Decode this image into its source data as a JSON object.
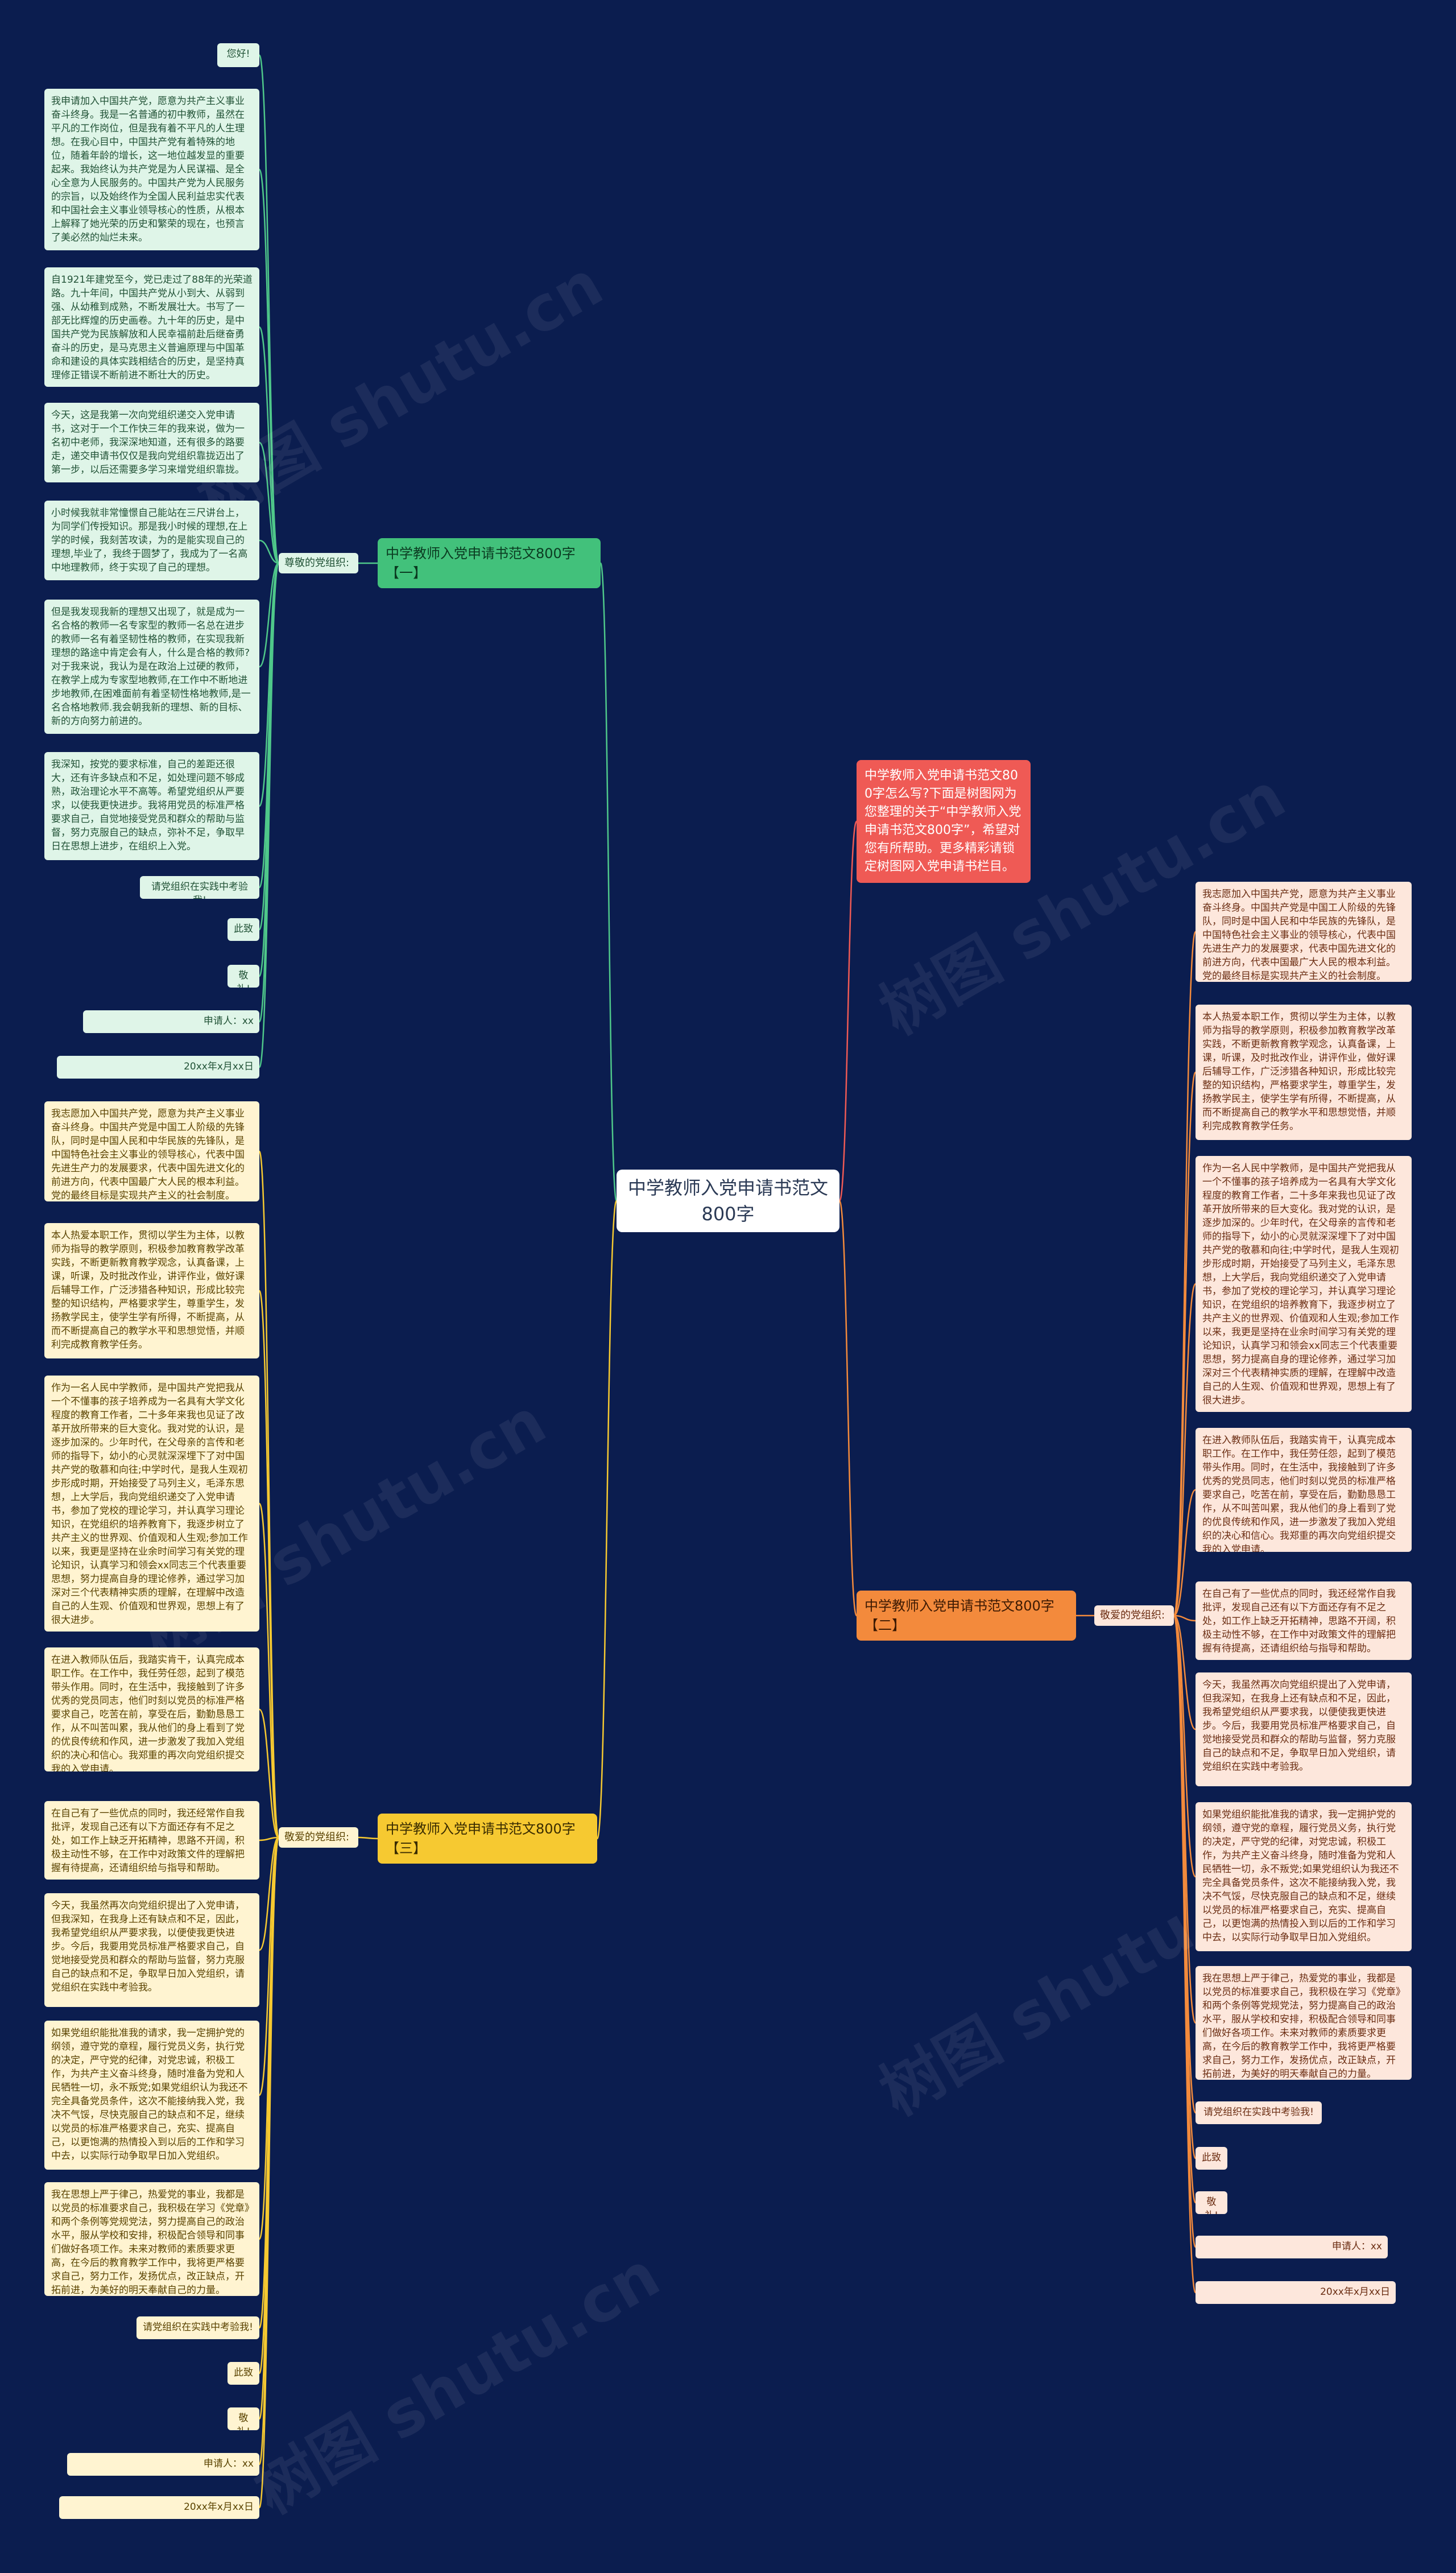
{
  "root": "中学教师入党申请书范文800字",
  "intro": "中学教师入党申请书范文800字怎么写?下面是树图网为您整理的关于“中学教师入党申请书范文800字”，希望对您有所帮助。更多精彩请锁定树图网入党申请书栏目。",
  "watermark": "树图 shutu.cn",
  "branch1": {
    "title": "中学教师入党申请书范文800字 【一】",
    "connector": "尊敬的党组织:",
    "leaves": [
      "您好!",
      "我申请加入中国共产党，愿意为共产主义事业奋斗终身。我是一名普通的初中教师，虽然在平凡的工作岗位，但是我有着不平凡的人生理想。在我心目中，中国共产党有着特殊的地位，随着年龄的增长，这一地位越发显的重要起来。我始终认为共产党是为人民谋福、是全心全意为人民服务的。中国共产党为人民服务的宗旨，以及始终作为全国人民利益忠实代表和中国社会主义事业领导核心的性质，从根本上解释了她光荣的历史和繁荣的现在，也预言了美必然的灿烂未来。",
      "自1921年建党至今，党已走过了88年的光荣道路。九十年间，中国共产党从小到大、从弱到强、从幼稚到成熟，不断发展壮大。书写了一部无比辉煌的历史画卷。九十年的历史，是中国共产党为民族解放和人民幸福前赴后继奋勇奋斗的历史，是马克思主义普遍原理与中国革命和建设的具体实践相结合的历史，是坚持真理修正错误不断前进不断壮大的历史。",
      "今天，这是我第一次向党组织递交入党申请书，这对于一个工作快三年的我来说，做为一名初中老师，我深深地知道，还有很多的路要走，递交申请书仅仅是我向党组织靠拢迈出了第一步，以后还需要多学习来增党组织靠拢。",
      "小时候我就非常憧憬自己能站在三尺讲台上，为同学们传授知识。那是我小时候的理想,在上学的时候，我刻苦攻读，为的是能实现自己的理想,毕业了，我终于圆梦了，我成为了一名高中地理教师，终于实现了自己的理想。",
      "但是我发现我新的理想又出现了，就是成为一名合格的教师一名专家型的教师一名总在进步的教师一名有着坚韧性格的教师，在实现我新理想的路途中肯定会有人，什么是合格的教师?对于我来说，我认为是在政治上过硬的教师，在教学上成为专家型地教师,在工作中不断地进步地教师,在困难面前有着坚韧性格地教师,是一名合格地教师.我会朝我新的理想、新的目标、新的方向努力前进的。",
      "我深知，按党的要求标准，自己的差距还很大，还有许多缺点和不足，如处理问题不够成熟，政治理论水平不高等。希望党组织从严要求，以使我更快进步。我将用党员的标准严格要求自己，自觉地接受党员和群众的帮助与监督，努力克服自己的缺点，弥补不足，争取早日在思想上进步，在组织上入党。",
      "请党组织在实践中考验我!",
      "此致",
      "敬礼!",
      "申请人：xx",
      "20xx年x月xx日"
    ]
  },
  "branch2": {
    "title": "中学教师入党申请书范文800字 【二】",
    "connector": "敬爱的党组织:",
    "leaves": [
      "我志愿加入中国共产党，愿意为共产主义事业奋斗终身。中国共产党是中国工人阶级的先锋队，同时是中国人民和中华民族的先锋队，是中国特色社会主义事业的领导核心，代表中国先进生产力的发展要求，代表中国先进文化的前进方向，代表中国最广大人民的根本利益。党的最终目标是实现共产主义的社会制度。",
      "本人热爱本职工作，贯彻以学生为主体，以教师为指导的教学原则，积极参加教育教学改革实践，不断更新教育教学观念，认真备课，上课，听课，及时批改作业，讲评作业，做好课后辅导工作，广泛涉猎各种知识，形成比较完整的知识结构，严格要求学生，尊重学生，发扬教学民主，使学生学有所得，不断提高，从而不断提高自己的教学水平和思想觉悟，并顺利完成教育教学任务。",
      "作为一名人民中学教师，是中国共产党把我从一个不懂事的孩子培养成为一名具有大学文化程度的教育工作者，二十多年来我也见证了改革开放所带来的巨大变化。我对党的认识，是逐步加深的。少年时代，在父母亲的言传和老师的指导下，幼小的心灵就深深埋下了对中国共产党的敬慕和向往;中学时代，是我人生观初步形成时期，开始接受了马列主义，毛泽东思想，上大学后，我向党组织递交了入党申请书，参加了党校的理论学习，并认真学习理论知识，在党组织的培养教育下，我逐步树立了共产主义的世界观、价值观和人生观;参加工作以来，我更是坚持在业余时间学习有关党的理论知识，认真学习和领会xx同志三个代表重要思想，努力提高自身的理论修养，通过学习加深对三个代表精神实质的理解，在理解中改造自己的人生观、价值观和世界观，思想上有了很大进步。",
      "在进入教师队伍后，我踏实肯干，认真完成本职工作。在工作中，我任劳任怨，起到了模范带头作用。同时，在生活中，我接触到了许多优秀的党员同志，他们时刻以党员的标准严格要求自己，吃苦在前，享受在后，勤勤恳恳工作，从不叫苦叫累，我从他们的身上看到了党的优良传统和作风，进一步激发了我加入党组织的决心和信心。我郑重的再次向党组织提交我的入党申请。",
      "在自己有了一些优点的同时，我还经常作自我批评，发现自己还有以下方面还存有不足之处，如工作上缺乏开拓精神，思路不开阔，积极主动性不够，在工作中对政策文件的理解把握有待提高，还请组织给与指导和帮助。",
      "今天，我虽然再次向党组织提出了入党申请，但我深知，在我身上还有缺点和不足，因此，我希望党组织从严要求我，以便使我更快进步。今后，我要用党员标准严格要求自己，自觉地接受党员和群众的帮助与监督，努力克服自己的缺点和不足，争取早日加入党组织，请党组织在实践中考验我。",
      "如果党组织能批准我的请求，我一定拥护党的纲领，遵守党的章程，履行党员义务，执行党的决定，严守党的纪律，对党忠诚，积极工作，为共产主义奋斗终身，随时准备为党和人民牺牲一切，永不叛党;如果党组织认为我还不完全具备党员条件，这次不能接纳我入党，我决不气馁，尽快克服自己的缺点和不足，继续以党员的标准严格要求自己，充实、提高自己，以更饱满的热情投入到以后的工作和学习中去，以实际行动争取早日加入党组织。",
      "我在思想上严于律己，热爱党的事业，我都是以党员的标准要求自己，我积极在学习《党章》和两个条例等党规党法，努力提高自己的政治水平，服从学校和安排，积极配合领导和同事们做好各项工作。未来对教师的素质要求更高，在今后的教育教学工作中，我将更严格要求自己，努力工作，发扬优点，改正缺点，开拓前进，为美好的明天奉献自己的力量。",
      "请党组织在实践中考验我!",
      "此致",
      "敬礼!",
      "申请人：xx",
      "20xx年x月xx日"
    ]
  },
  "branch3": {
    "title": "中学教师入党申请书范文800字 【三】",
    "connector": "敬爱的党组织:",
    "leaves": [
      "我志愿加入中国共产党，愿意为共产主义事业奋斗终身。中国共产党是中国工人阶级的先锋队，同时是中国人民和中华民族的先锋队，是中国特色社会主义事业的领导核心，代表中国先进生产力的发展要求，代表中国先进文化的前进方向，代表中国最广大人民的根本利益。党的最终目标是实现共产主义的社会制度。",
      "本人热爱本职工作，贯彻以学生为主体，以教师为指导的教学原则，积极参加教育教学改革实践，不断更新教育教学观念，认真备课，上课，听课，及时批改作业，讲评作业，做好课后辅导工作，广泛涉猎各种知识，形成比较完整的知识结构，严格要求学生，尊重学生，发扬教学民主，使学生学有所得，不断提高，从而不断提高自己的教学水平和思想觉悟，并顺利完成教育教学任务。",
      "作为一名人民中学教师，是中国共产党把我从一个不懂事的孩子培养成为一名具有大学文化程度的教育工作者，二十多年来我也见证了改革开放所带来的巨大变化。我对党的认识，是逐步加深的。少年时代，在父母亲的言传和老师的指导下，幼小的心灵就深深埋下了对中国共产党的敬慕和向往;中学时代，是我人生观初步形成时期，开始接受了马列主义，毛泽东思想，上大学后，我向党组织递交了入党申请书，参加了党校的理论学习，并认真学习理论知识，在党组织的培养教育下，我逐步树立了共产主义的世界观、价值观和人生观;参加工作以来，我更是坚持在业余时间学习有关党的理论知识，认真学习和领会xx同志三个代表重要思想，努力提高自身的理论修养，通过学习加深对三个代表精神实质的理解，在理解中改造自己的人生观、价值观和世界观，思想上有了很大进步。",
      "在进入教师队伍后，我踏实肯干，认真完成本职工作。在工作中，我任劳任怨，起到了模范带头作用。同时，在生活中，我接触到了许多优秀的党员同志，他们时刻以党员的标准严格要求自己，吃苦在前，享受在后，勤勤恳恳工作，从不叫苦叫累，我从他们的身上看到了党的优良传统和作风，进一步激发了我加入党组织的决心和信心。我郑重的再次向党组织提交我的入党申请。",
      "在自己有了一些优点的同时，我还经常作自我批评，发现自己还有以下方面还存有不足之处，如工作上缺乏开拓精神，思路不开阔，积极主动性不够，在工作中对政策文件的理解把握有待提高，还请组织给与指导和帮助。",
      "今天，我虽然再次向党组织提出了入党申请，但我深知，在我身上还有缺点和不足，因此，我希望党组织从严要求我，以便使我更快进步。今后，我要用党员标准严格要求自己，自觉地接受党员和群众的帮助与监督，努力克服自己的缺点和不足，争取早日加入党组织，请党组织在实践中考验我。",
      "如果党组织能批准我的请求，我一定拥护党的纲领，遵守党的章程，履行党员义务，执行党的决定，严守党的纪律，对党忠诚，积极工作，为共产主义奋斗终身，随时准备为党和人民牺牲一切，永不叛党;如果党组织认为我还不完全具备党员条件，这次不能接纳我入党，我决不气馁，尽快克服自己的缺点和不足，继续以党员的标准严格要求自己，充实、提高自己，以更饱满的热情投入到以后的工作和学习中去，以实际行动争取早日加入党组织。",
      "我在思想上严于律己，热爱党的事业，我都是以党员的标准要求自己，我积极在学习《党章》和两个条例等党规党法，努力提高自己的政治水平，服从学校和安排，积极配合领导和同事们做好各项工作。未来对教师的素质要求更高，在今后的教育教学工作中，我将更严格要求自己，努力工作，发扬优点，改正缺点，开拓前进，为美好的明天奉献自己的力量。",
      "请党组织在实践中考验我!",
      "此致",
      "敬礼!",
      "申请人：xx",
      "20xx年x月xx日"
    ]
  },
  "colors": {
    "background": "#0b1d4f",
    "branch1": "#42c17b",
    "branch2": "#f38a3c",
    "branch3": "#f6c931",
    "intro": "#ef5a55",
    "wire1": "#4fc88a",
    "wire2": "#f38a3c",
    "wire3": "#f6c931"
  }
}
